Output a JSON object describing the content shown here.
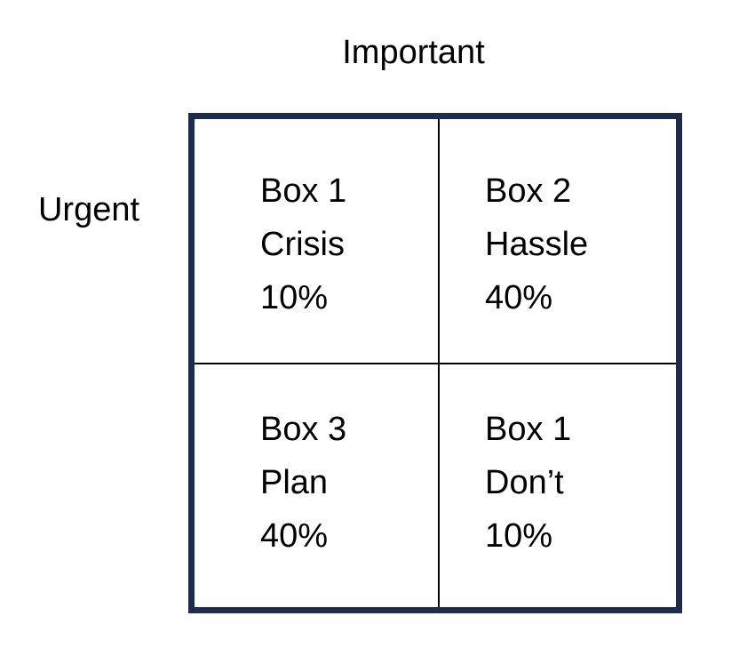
{
  "diagram": {
    "type": "2x2-matrix",
    "column_axis_label": "Important",
    "row_axis_label": "Urgent",
    "border_color": "#1b2c4f",
    "divider_color": "#000000",
    "background_color": "#ffffff",
    "text_color": "#000000",
    "quadrants": [
      {
        "position": "top-left",
        "box_label": "Box 1",
        "name": "Crisis",
        "percent": "10%"
      },
      {
        "position": "top-right",
        "box_label": "Box 2",
        "name": "Hassle",
        "percent": "40%"
      },
      {
        "position": "bottom-left",
        "box_label": "Box 3",
        "name": "Plan",
        "percent": "40%"
      },
      {
        "position": "bottom-right",
        "box_label": "Box 1",
        "name": "Don’t",
        "percent": "10%"
      }
    ]
  }
}
